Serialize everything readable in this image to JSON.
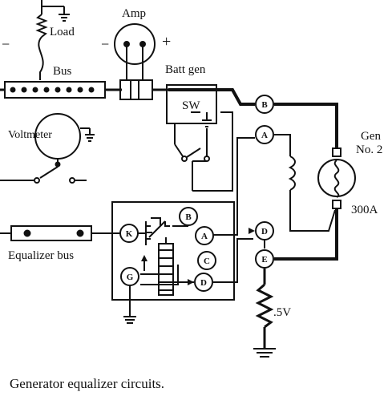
{
  "labels": {
    "load": "Load",
    "amp": "Amp",
    "amp_minus": "−",
    "amp_plus": "+",
    "left_minus": "−",
    "bus": "Bus",
    "batt_gen": "Batt gen",
    "sw": "SW",
    "voltmeter": "Voltmeter",
    "gen_line1": "Gen",
    "gen_line2": "No. 2",
    "rating": "300A",
    "equalizer_bus": "Equalizer bus",
    "resistance": ".5V"
  },
  "terminals": {
    "b_main": "B",
    "a_main": "A",
    "d_main": "D",
    "e_main": "E",
    "b_reg": "B",
    "a_reg": "A",
    "k_reg": "K",
    "c_reg": "C",
    "g_reg": "G",
    "d_reg": "D"
  },
  "caption": "Generator equalizer circuits."
}
